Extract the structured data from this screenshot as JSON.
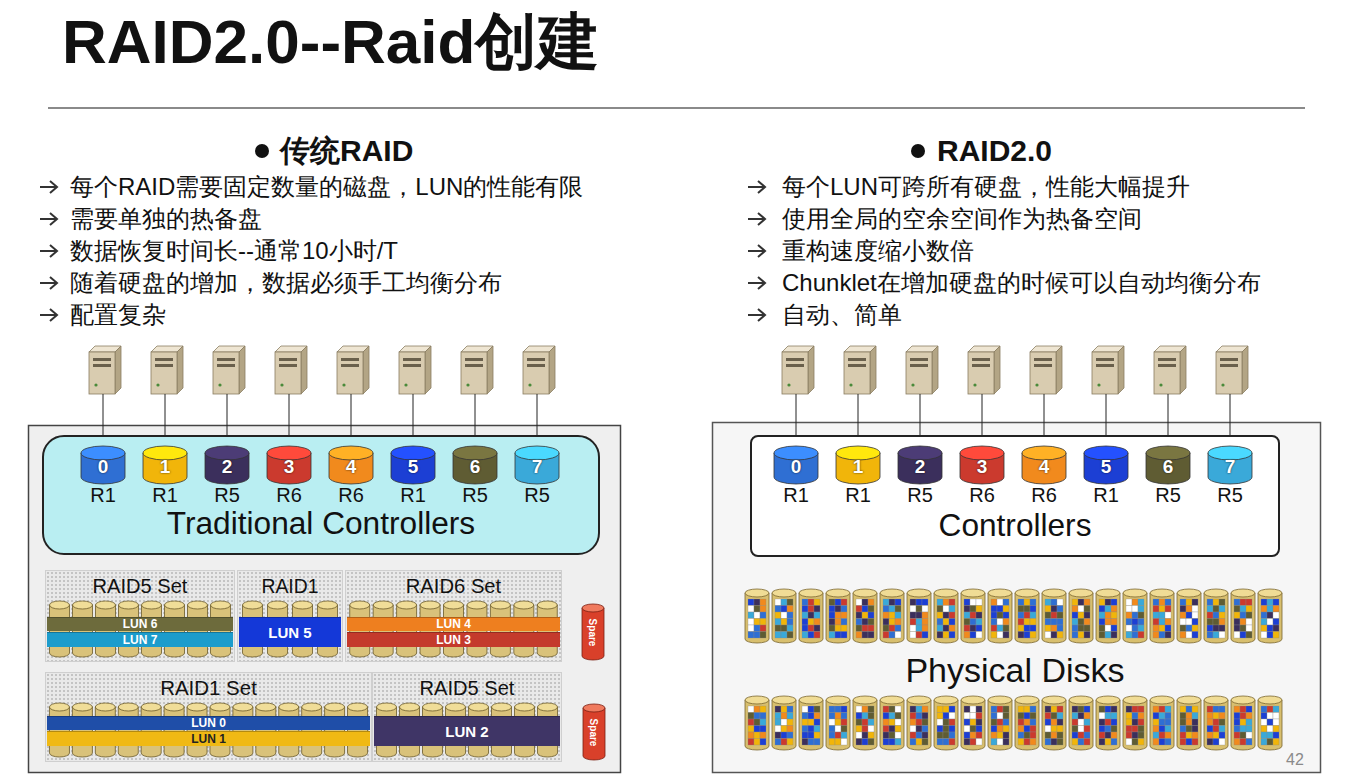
{
  "diagram": {
    "title": "RAID2.0--Raid创建",
    "nodes": [
      {
        "text": [
          "Traditional Controllers"
        ]
      },
      {
        "text": [
          "0",
          "R1"
        ],
        "in": 0
      },
      {
        "text": [
          "1",
          "R1"
        ],
        "in": 0
      },
      {
        "text": [
          "2",
          "R5"
        ],
        "in": 0
      },
      {
        "text": [
          "3",
          "R6"
        ],
        "in": 0
      },
      {
        "text": [
          "4",
          "R6"
        ],
        "in": 0
      },
      {
        "text": [
          "5",
          "R1"
        ],
        "in": 0
      },
      {
        "text": [
          "6",
          "R5"
        ],
        "in": 0
      },
      {
        "text": [
          "7",
          "R5"
        ],
        "in": 0
      },
      {
        "text": [
          "RAID5 Set"
        ]
      },
      {
        "text": [
          "LUN 6"
        ],
        "in": 9
      },
      {
        "text": [
          "LUN 7"
        ],
        "in": 9
      },
      {
        "text": [
          "RAID1"
        ]
      },
      {
        "text": [
          "LUN 5"
        ],
        "in": 12
      },
      {
        "text": [
          "RAID6 Set"
        ]
      },
      {
        "text": [
          "LUN 4"
        ],
        "in": 14
      },
      {
        "text": [
          "LUN 3"
        ],
        "in": 14
      },
      {
        "text": [
          "Spare"
        ]
      },
      {
        "text": [
          "RAID1 Set"
        ]
      },
      {
        "text": [
          "LUN 0"
        ],
        "in": 18
      },
      {
        "text": [
          "LUN 1"
        ],
        "in": 18
      },
      {
        "text": [
          "RAID5 Set"
        ]
      },
      {
        "text": [
          "LUN 2"
        ],
        "in": 21
      },
      {
        "text": [
          "Spare"
        ]
      },
      {
        "text": [
          "Controllers"
        ]
      },
      {
        "text": [
          "0",
          "R1"
        ],
        "in": 24
      },
      {
        "text": [
          "1",
          "R1"
        ],
        "in": 24
      },
      {
        "text": [
          "2",
          "R5"
        ],
        "in": 24
      },
      {
        "text": [
          "3",
          "R6"
        ],
        "in": 24
      },
      {
        "text": [
          "4",
          "R6"
        ],
        "in": 24
      },
      {
        "text": [
          "5",
          "R1"
        ],
        "in": 24
      },
      {
        "text": [
          "6",
          "R5"
        ],
        "in": 24
      },
      {
        "text": [
          "7",
          "R5"
        ],
        "in": 24
      }
    ],
    "labels": [
      "传统RAID",
      "每个RAID需要固定数量的磁盘，LUN的性能有限",
      "需要单独的热备盘",
      "数据恢复时间长--通常10小时/T",
      "随着硬盘的增加，数据必须手工均衡分布",
      "配置复杂",
      "RAID2.0",
      "每个LUN可跨所有硬盘，性能大幅提升",
      "使用全局的空余空间作为热备空间",
      "重构速度缩小数倍",
      "Chunklet在增加硬盘的时候可以自动均衡分布",
      "自动、简单",
      "Physical Disks",
      "42"
    ]
  }
}
